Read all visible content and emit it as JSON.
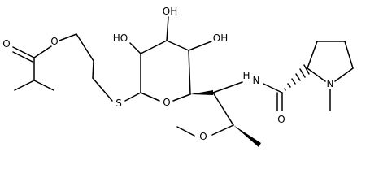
{
  "molecule": {
    "atoms": {
      "ester_o_double": "O",
      "ester_o_single": "O",
      "sulfur": "S",
      "ring_o": "O",
      "hydroxyl_1": "HO",
      "hydroxyl_2": "OH",
      "hydroxyl_3": "OH",
      "amide_nh": "N",
      "amide_h": "H",
      "amide_o": "O",
      "pyrrolidine_n": "N",
      "methoxy_o": "O"
    }
  }
}
